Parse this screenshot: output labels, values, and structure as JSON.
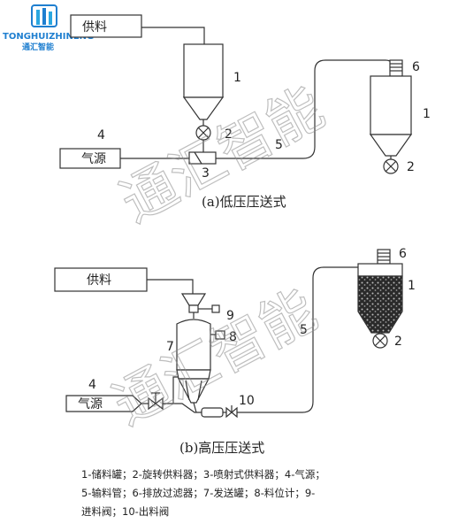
{
  "logo": {
    "name_en": "TONGHUIZHINENG",
    "name_cn": "通汇智能"
  },
  "watermark": "通汇智能",
  "diagram_a": {
    "feed_label": "供料",
    "air_label": "气源",
    "callouts": [
      "1",
      "2",
      "3",
      "4",
      "5",
      "6",
      "1",
      "2"
    ],
    "caption": "(a)低压压送式"
  },
  "diagram_b": {
    "feed_label": "供料",
    "air_label": "气源",
    "callouts": [
      "4",
      "7",
      "8",
      "9",
      "10",
      "5",
      "6",
      "1",
      "2"
    ],
    "caption": "(b)高压压送式"
  },
  "legend": {
    "line1": "1-储料罐；2-旋转供料器；3-喷射式供料器；4-气源；",
    "line2": "5-输料管；6-排放过滤器；7-发送罐；8-料位计；9-",
    "line3": "进料阀；10-出料阀"
  }
}
